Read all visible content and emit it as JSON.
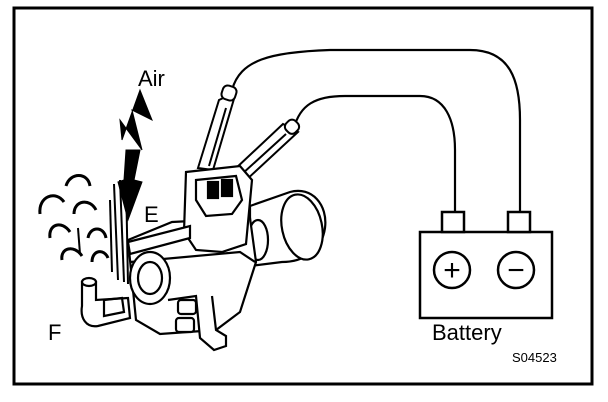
{
  "labels": {
    "air": "Air",
    "port_e": "E",
    "port_f": "F",
    "battery": "Battery",
    "figure_code": "S04523"
  },
  "battery": {
    "positive_symbol": "+",
    "negative_symbol": "−"
  },
  "colors": {
    "ink": "#000000",
    "paper": "#ffffff"
  }
}
